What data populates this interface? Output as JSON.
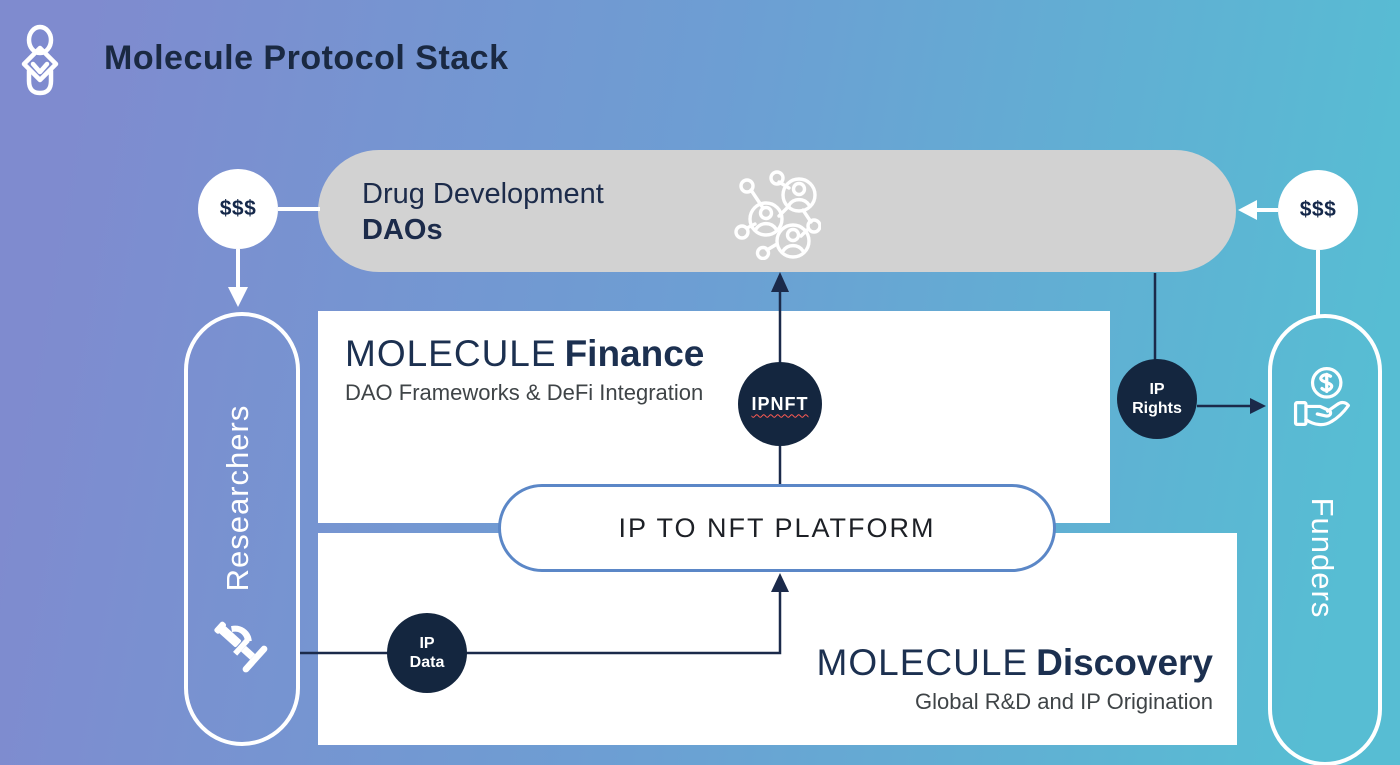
{
  "header": {
    "title": "Molecule Protocol Stack"
  },
  "dao_pill": {
    "line1": "Drug Development",
    "line2": "DAOs"
  },
  "funding": {
    "left_amount": "$$$",
    "right_amount": "$$$"
  },
  "actors": {
    "researchers_label": "Researchers",
    "funders_label": "Funders"
  },
  "finance_box": {
    "brand": "MOLECULE",
    "product": "Finance",
    "subtitle": "DAO Frameworks & DeFi Integration"
  },
  "discovery_box": {
    "brand": "MOLECULE",
    "product": "Discovery",
    "subtitle": "Global R&D and IP Origination"
  },
  "platform": {
    "label": "IP TO NFT PLATFORM"
  },
  "tokens": {
    "ipnft_label": "IPNFT",
    "ip_rights_line1": "IP",
    "ip_rights_line2": "Rights",
    "ip_data_line1": "IP",
    "ip_data_line2": "Data"
  },
  "icons": {
    "logo": "molecule-logo-icon",
    "dao": "dao-network-icon",
    "researchers": "microscope-icon",
    "funders": "hand-coin-icon"
  },
  "colors": {
    "bg_left": "#7f8bcf",
    "bg_right": "#57bdd3",
    "navy_text": "#1a2942",
    "dao_pill_gray": "#d2d2d2",
    "token_node_dark": "#14263f",
    "platform_border": "#5b87c7",
    "ipnft_squiggle_red": "#ff5a52",
    "subtitle_gray": "#3f4447",
    "connector_dark": "#1b2a4a",
    "connector_white": "#ffffff"
  }
}
